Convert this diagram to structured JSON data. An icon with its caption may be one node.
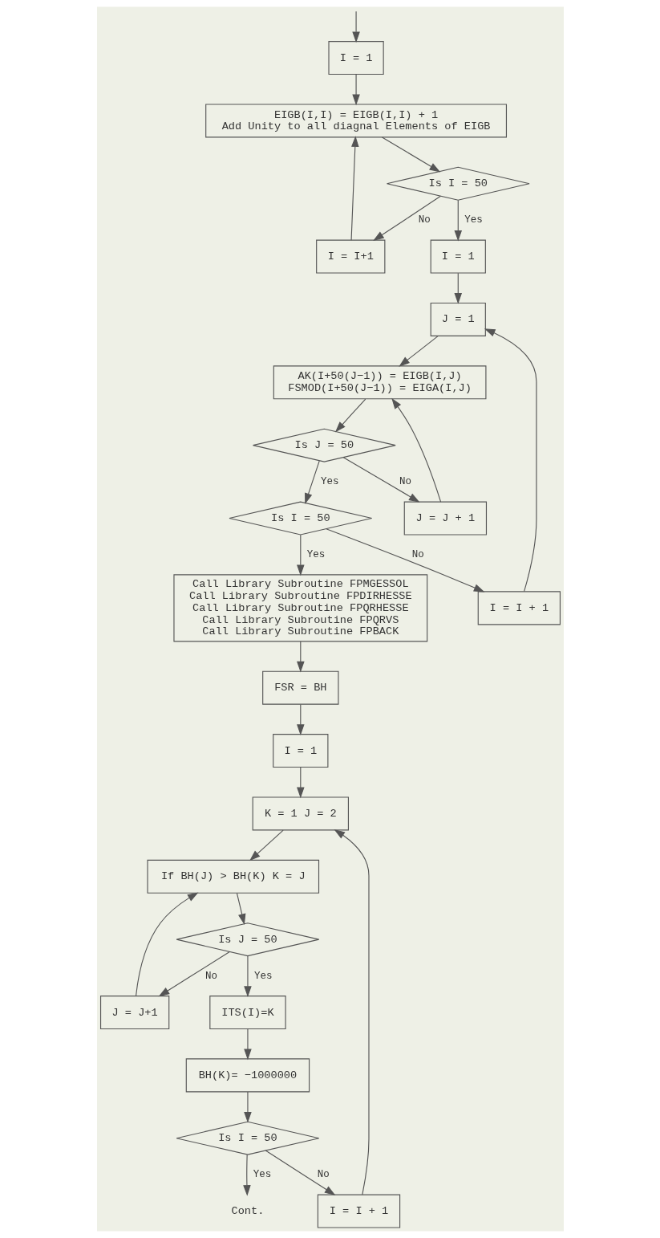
{
  "diagram": {
    "nodes": [
      {
        "text": [
          "I = 1"
        ]
      },
      {
        "text": [
          "I = I+1"
        ]
      },
      {
        "text": [
          "EIGB(I,I) = EIGB(I,I) + 1",
          "Add Unity to all diagnal Elements of EIGB"
        ]
      },
      {
        "text": [
          "Is I = 50"
        ]
      },
      {
        "text": [
          "I = 1"
        ]
      },
      {
        "text": [
          "J = 1"
        ]
      },
      {
        "text": [
          "I = I + 1"
        ]
      },
      {
        "text": [
          "J = J + 1"
        ]
      },
      {
        "text": [
          "AK(I+50(J−1)) = EIGB(I,J)",
          "FSMOD(I+50(J−1)) = EIGA(I,J)"
        ]
      },
      {
        "text": [
          "Is J = 50"
        ]
      },
      {
        "text": [
          "Is I = 50"
        ]
      },
      {
        "text": [
          "Call Library Subroutine FPMGESSOL",
          "Call Library Subroutine FPDIRHESSE",
          "Call Library Subroutine FPQRHESSE",
          "Call Library Subroutine FPQRVS",
          "Call Library Subroutine FPBACK"
        ]
      },
      {
        "text": [
          "FSR = BH"
        ]
      },
      {
        "text": [
          "I = 1"
        ]
      },
      {
        "text": [
          "K = 1 J = 2"
        ]
      },
      {
        "text": [
          "If BH(J) > BH(K) K = J"
        ]
      },
      {
        "text": [
          "Is J = 50"
        ]
      },
      {
        "text": [
          "J = J+1"
        ]
      },
      {
        "text": [
          "ITS(I)=K"
        ]
      },
      {
        "text": [
          "BH(K)= −1000000"
        ]
      },
      {
        "text": [
          "Is I = 50"
        ]
      },
      {
        "text": [
          "I = I + 1"
        ]
      },
      {
        "text": [
          "Cont."
        ]
      }
    ],
    "edges": [
      {
        "from": null,
        "to": 0,
        "arrow": "to"
      },
      {
        "from": 0,
        "to": 2,
        "arrow": "to"
      },
      {
        "from": 1,
        "to": 2,
        "arrow": "to"
      },
      {
        "from": 2,
        "to": 3,
        "arrow": "to"
      },
      {
        "from": 3,
        "to": 1,
        "arrow": "to",
        "label": "No"
      },
      {
        "from": 3,
        "to": 4,
        "arrow": "to",
        "label": "Yes"
      },
      {
        "from": 4,
        "to": 5,
        "arrow": "to"
      },
      {
        "from": 6,
        "to": 5,
        "arrow": "to"
      },
      {
        "from": 5,
        "to": 8,
        "arrow": "to"
      },
      {
        "from": 7,
        "to": 8,
        "arrow": "to"
      },
      {
        "from": 8,
        "to": 9,
        "arrow": "to"
      },
      {
        "from": 9,
        "to": 7,
        "arrow": "to",
        "label": "No"
      },
      {
        "from": 9,
        "to": 10,
        "arrow": "to",
        "label": "Yes"
      },
      {
        "from": 10,
        "to": 6,
        "arrow": "to",
        "label": "No"
      },
      {
        "from": 10,
        "to": 11,
        "arrow": "to",
        "label": "Yes"
      },
      {
        "from": 11,
        "to": 12,
        "arrow": "to"
      },
      {
        "from": 12,
        "to": 13,
        "arrow": "to"
      },
      {
        "from": 13,
        "to": 14,
        "arrow": "to"
      },
      {
        "from": 14,
        "to": 15,
        "arrow": "to"
      },
      {
        "from": 17,
        "to": 15,
        "arrow": "to"
      },
      {
        "from": 15,
        "to": 16,
        "arrow": "to"
      },
      {
        "from": 16,
        "to": 17,
        "arrow": "to",
        "label": "No"
      },
      {
        "from": 16,
        "to": 18,
        "arrow": "to",
        "label": "Yes"
      },
      {
        "from": 18,
        "to": 19,
        "arrow": "to"
      },
      {
        "from": 19,
        "to": 20,
        "arrow": "to"
      },
      {
        "from": 20,
        "to": 21,
        "arrow": "to",
        "label": "No"
      },
      {
        "from": 21,
        "to": 14,
        "arrow": "to"
      },
      {
        "from": 20,
        "to": 22,
        "arrow": "to",
        "label": "Yes"
      }
    ]
  }
}
